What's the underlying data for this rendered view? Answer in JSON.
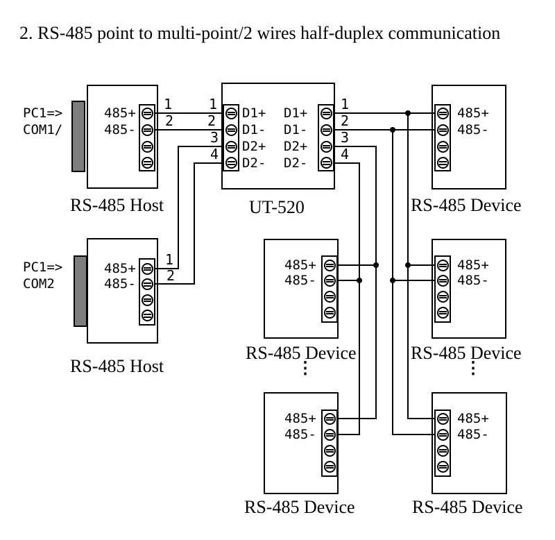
{
  "title": "2. RS-485 point to multi-point/2 wires half-duplex communication",
  "colors": {
    "line": "#000000",
    "background": "#ffffff",
    "connector_fill": "#7d7d7d"
  },
  "glyphs": {
    "vertical_ellipsis": "⋮"
  },
  "wire_numbers": [
    "1",
    "2",
    "3",
    "4"
  ],
  "terminal_labels": {
    "plus": "485+",
    "minus": "485-"
  },
  "converter": {
    "name": "UT-520",
    "left_ports": [
      "D1+",
      "D1-",
      "D2+",
      "D2-"
    ],
    "right_ports": [
      "D1+",
      "D1-",
      "D2+",
      "D2-"
    ]
  },
  "host1": {
    "source_line1": "PC1=>",
    "source_line2": "COM1/",
    "caption": "RS-485 Host"
  },
  "host2": {
    "source_line1": "PC1=>",
    "source_line2": "COM2",
    "caption": "RS-485 Host"
  },
  "device_caption": "RS-485 Device"
}
